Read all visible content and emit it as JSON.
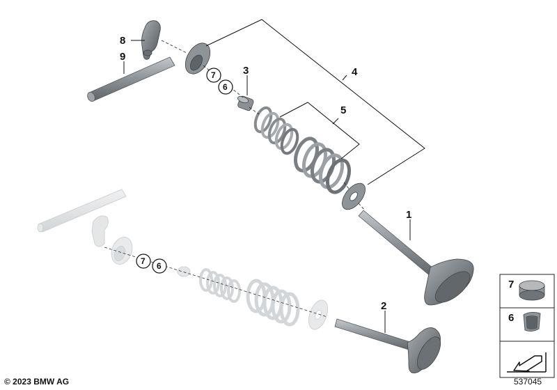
{
  "callouts": {
    "c1": "1",
    "c2": "2",
    "c3": "3",
    "c4": "4",
    "c5": "5",
    "c8": "8",
    "c9": "9"
  },
  "circled_refs": {
    "top_7": "7",
    "top_6": "6",
    "ghost_7": "7",
    "ghost_6": "6"
  },
  "legend": {
    "item7": "7",
    "item6": "6"
  },
  "footer": {
    "copyright": "© 2023 BMW AG",
    "doc_number": "537045"
  },
  "colors": {
    "part_dark": "#6e7378",
    "part_mid": "#9aa0a5",
    "part_light": "#c9cdd0",
    "ghost": "#dfe1e2"
  }
}
